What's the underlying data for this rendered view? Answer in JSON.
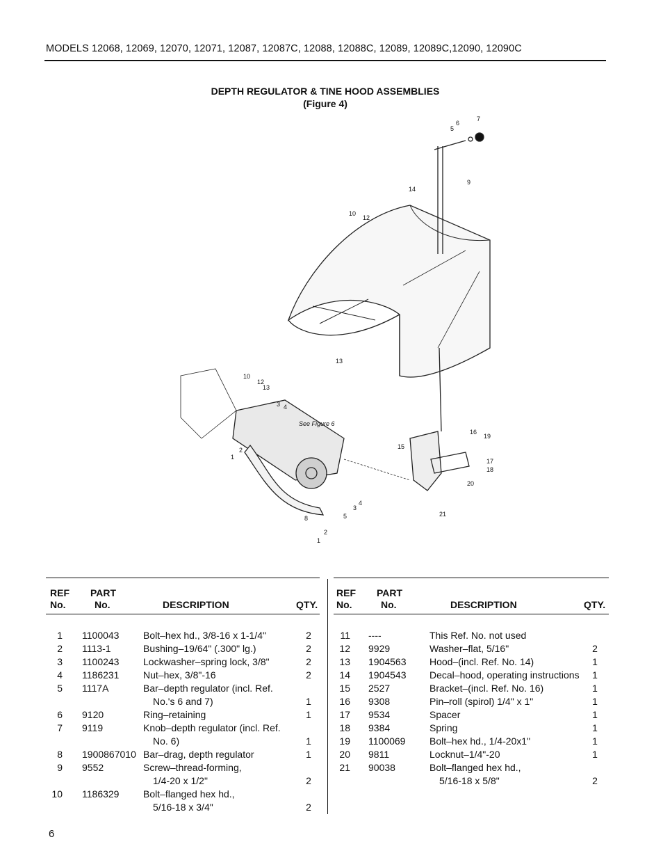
{
  "header": {
    "models": "MODELS 12068, 12069, 12070, 12071, 12087, 12087C, 12088, 12088C, 12089, 12089C,12090, 12090C"
  },
  "title": {
    "line1": "DEPTH REGULATOR & TINE HOOD ASSEMBLIES",
    "line2": "(Figure 4)"
  },
  "diagram": {
    "see_figure_label": "See Figure 6",
    "callouts": [
      "5",
      "6",
      "7",
      "14",
      "9",
      "10",
      "12",
      "13",
      "10",
      "12",
      "13",
      "3",
      "4",
      "1",
      "2",
      "15",
      "16",
      "19",
      "17",
      "18",
      "20",
      "8",
      "2",
      "1",
      "4",
      "3",
      "5",
      "21"
    ]
  },
  "table_headers": {
    "ref1": "REF",
    "ref2": "No.",
    "part1": "PART",
    "part2": "No.",
    "description": "DESCRIPTION",
    "qty": "QTY."
  },
  "parts_left": [
    {
      "ref": "1",
      "part": "1100043",
      "desc": "Bolt–hex hd., 3/8-16 x 1-1/4\"",
      "qty": "2"
    },
    {
      "ref": "2",
      "part": "1113-1",
      "desc": "Bushing–19/64\" (.300\" lg.)",
      "qty": "2"
    },
    {
      "ref": "3",
      "part": "1100243",
      "desc": "Lockwasher–spring lock, 3/8\"",
      "qty": "2"
    },
    {
      "ref": "4",
      "part": "1186231",
      "desc": "Nut–hex, 3/8\"-16",
      "qty": "2"
    },
    {
      "ref": "5",
      "part": "1117A",
      "desc": "Bar–depth regulator (incl. Ref.",
      "desc2": "No.'s 6 and 7)",
      "qty": "1"
    },
    {
      "ref": "6",
      "part": "9120",
      "desc": "Ring–retaining",
      "qty": "1"
    },
    {
      "ref": "7",
      "part": "9119",
      "desc": "Knob–depth regulator (incl. Ref.",
      "desc2": "No. 6)",
      "qty": "1"
    },
    {
      "ref": "8",
      "part": "1900867010",
      "desc": "Bar–drag, depth regulator",
      "qty": "1"
    },
    {
      "ref": "9",
      "part": "9552",
      "desc": "Screw–thread-forming,",
      "desc2": "1/4-20 x 1/2\"",
      "qty": "2"
    },
    {
      "ref": "10",
      "part": "1186329",
      "desc": "Bolt–flanged hex hd.,",
      "desc2": "5/16-18 x 3/4\"",
      "qty": "2"
    }
  ],
  "parts_right": [
    {
      "ref": "11",
      "part": "----",
      "desc": "This Ref. No. not used",
      "qty": ""
    },
    {
      "ref": "12",
      "part": "9929",
      "desc": "Washer–flat, 5/16\"",
      "qty": "2"
    },
    {
      "ref": "13",
      "part": "1904563",
      "desc": "Hood–(incl. Ref. No. 14)",
      "qty": "1"
    },
    {
      "ref": "14",
      "part": "1904543",
      "desc": "Decal–hood, operating instructions.",
      "qty": "1"
    },
    {
      "ref": "15",
      "part": "2527",
      "desc": "Bracket–(incl. Ref. No. 16)",
      "qty": "1"
    },
    {
      "ref": "16",
      "part": "9308",
      "desc": "Pin–roll (spirol) 1/4\" x 1\"",
      "qty": "1"
    },
    {
      "ref": "17",
      "part": "9534",
      "desc": "Spacer",
      "qty": "1"
    },
    {
      "ref": "18",
      "part": "9384",
      "desc": "Spring",
      "qty": "1"
    },
    {
      "ref": "19",
      "part": "1100069",
      "desc": "Bolt–hex hd., 1/4-20x1\"",
      "qty": "1"
    },
    {
      "ref": "20",
      "part": "9811",
      "desc": "Locknut–1/4\"-20",
      "qty": "1"
    },
    {
      "ref": "21",
      "part": "90038",
      "desc": "Bolt–flanged hex hd.,",
      "desc2": "5/16-18 x 5/8\"",
      "qty": "2"
    }
  ],
  "footer": {
    "page_number": "6"
  }
}
